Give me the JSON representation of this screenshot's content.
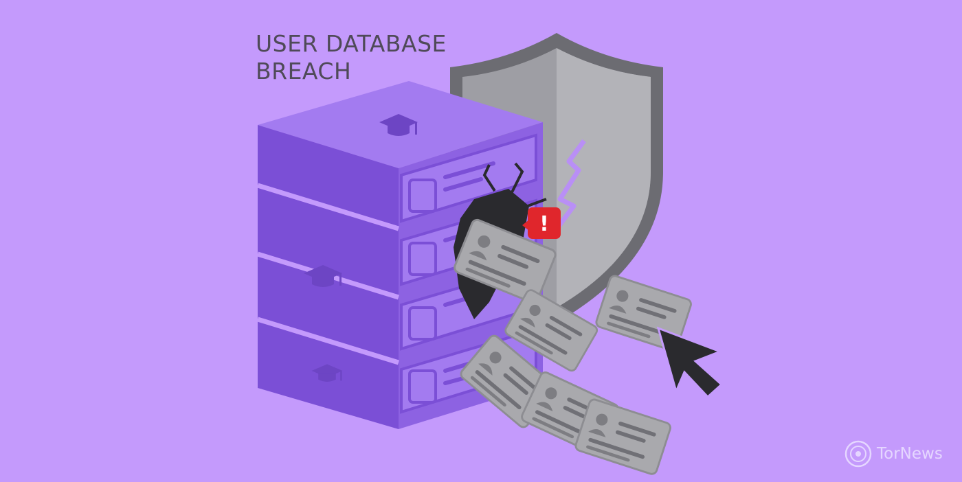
{
  "headline": {
    "line1": "USER DATABASE",
    "line2": "BREACH"
  },
  "watermark": {
    "brand": "TorNews",
    "logo_icon": "spiral-logo-icon"
  },
  "alert": {
    "glyph": "!",
    "color": "#e0262c"
  },
  "colors": {
    "background": "#c49afc",
    "server": "#8a5fe0",
    "shield": "#7f7f86",
    "cards": "#a9a9ad"
  },
  "icons": [
    "graduation-cap-icon",
    "user-profile-icon",
    "shield-icon",
    "cursor-arrow-icon",
    "alert-icon"
  ]
}
